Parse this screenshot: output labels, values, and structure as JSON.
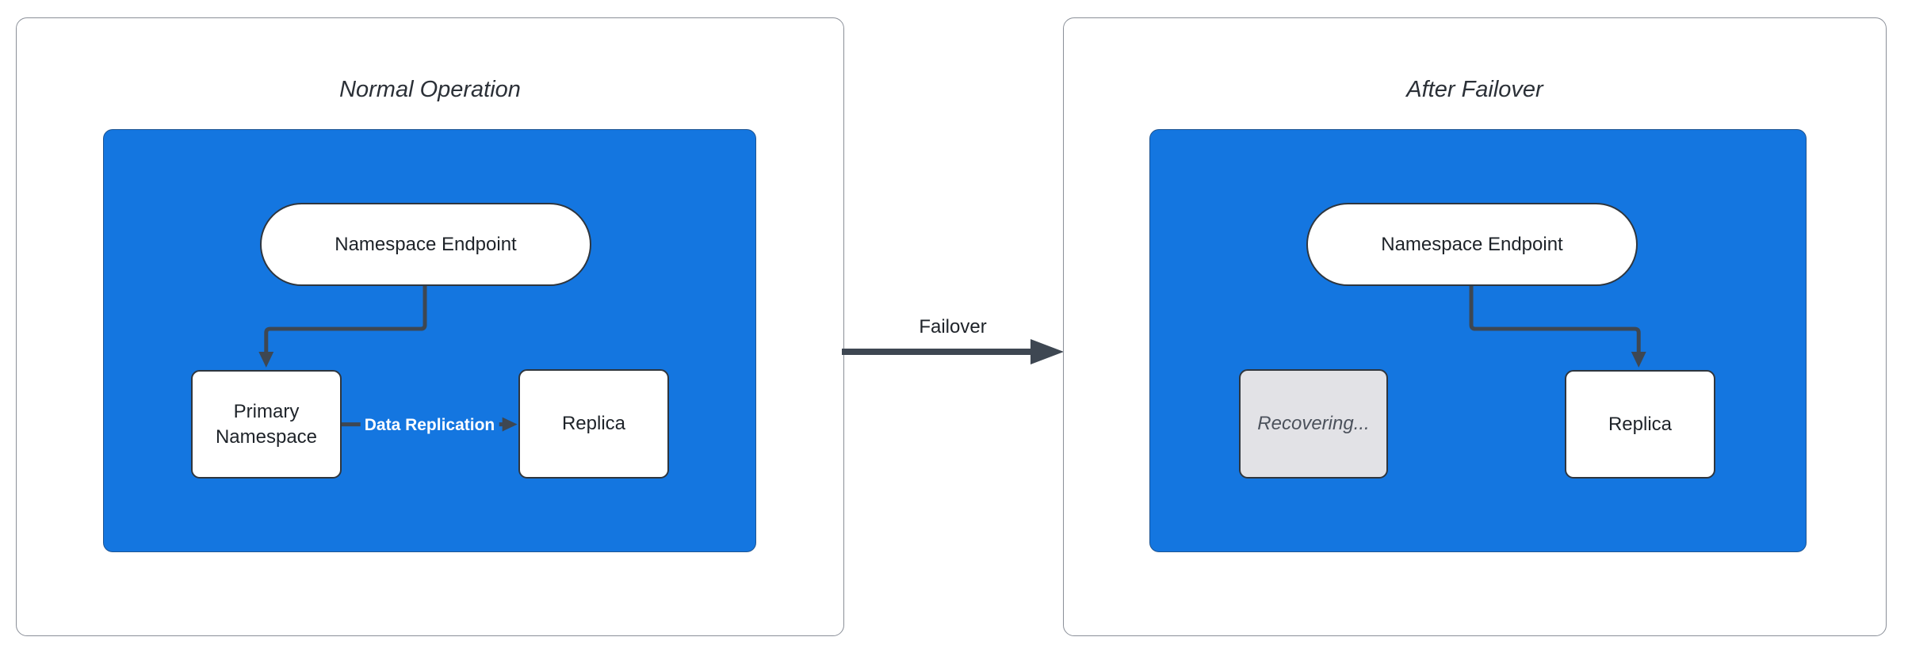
{
  "diagram": {
    "left_panel": {
      "title": "Normal Operation",
      "endpoint_label": "Namespace Endpoint",
      "primary_label": "Primary Namespace",
      "replica_label": "Replica",
      "replication_arrow_label": "Data Replication"
    },
    "right_panel": {
      "title": "After Failover",
      "endpoint_label": "Namespace Endpoint",
      "recovering_label": "Recovering...",
      "replica_label": "Replica"
    },
    "failover_arrow_label": "Failover",
    "colors": {
      "cluster_blue": "#1476E0",
      "node_fill": "#FFFFFF",
      "node_border": "#2F363E",
      "arrow": "#3E4752",
      "recovering_fill": "#E2E2E6",
      "panel_border": "#8A8F98",
      "title_text": "#2B3037",
      "node_text": "#1E2329",
      "replication_label_text": "#FFFFFF"
    }
  }
}
